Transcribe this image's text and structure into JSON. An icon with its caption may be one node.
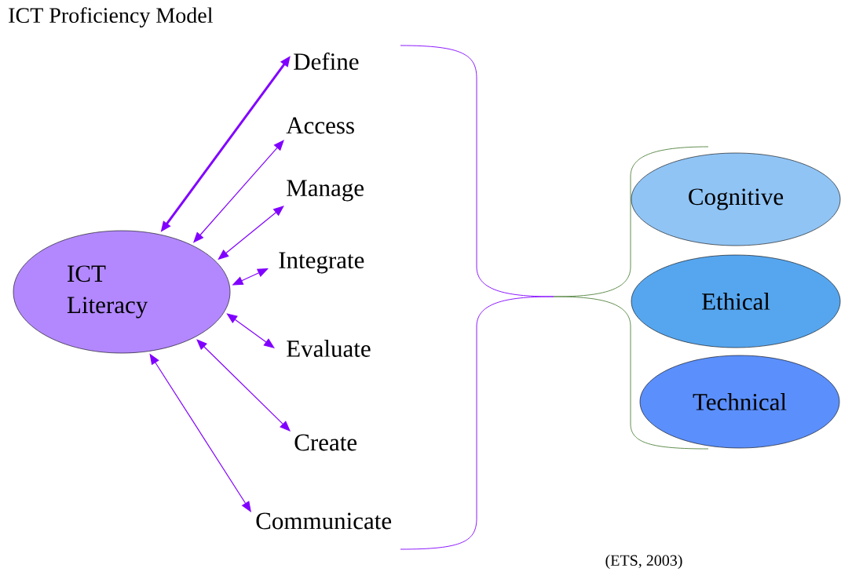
{
  "diagram": {
    "title": "ICT Proficiency Model",
    "nodes": [
      {
        "text": [
          "ICT Literacy"
        ]
      },
      {
        "text": [
          "Define"
        ]
      },
      {
        "text": [
          "Access"
        ]
      },
      {
        "text": [
          "Manage"
        ]
      },
      {
        "text": [
          "Integrate"
        ]
      },
      {
        "text": [
          "Evaluate"
        ]
      },
      {
        "text": [
          "Create"
        ]
      },
      {
        "text": [
          "Communicate"
        ]
      },
      {
        "text": [
          "Cognitive"
        ]
      },
      {
        "text": [
          "Ethical"
        ]
      },
      {
        "text": [
          "Technical"
        ]
      }
    ],
    "edges": [
      {
        "from": 0,
        "to": 1,
        "arrow": "both",
        "style": "thick"
      },
      {
        "from": 0,
        "to": 2,
        "arrow": "both"
      },
      {
        "from": 0,
        "to": 3,
        "arrow": "both"
      },
      {
        "from": 0,
        "to": 4,
        "arrow": "both"
      },
      {
        "from": 0,
        "to": 5,
        "arrow": "both"
      },
      {
        "from": 0,
        "to": 6,
        "arrow": "both"
      },
      {
        "from": 0,
        "to": 7,
        "arrow": "both"
      }
    ],
    "labels": [
      "(ETS, 2003)"
    ]
  }
}
